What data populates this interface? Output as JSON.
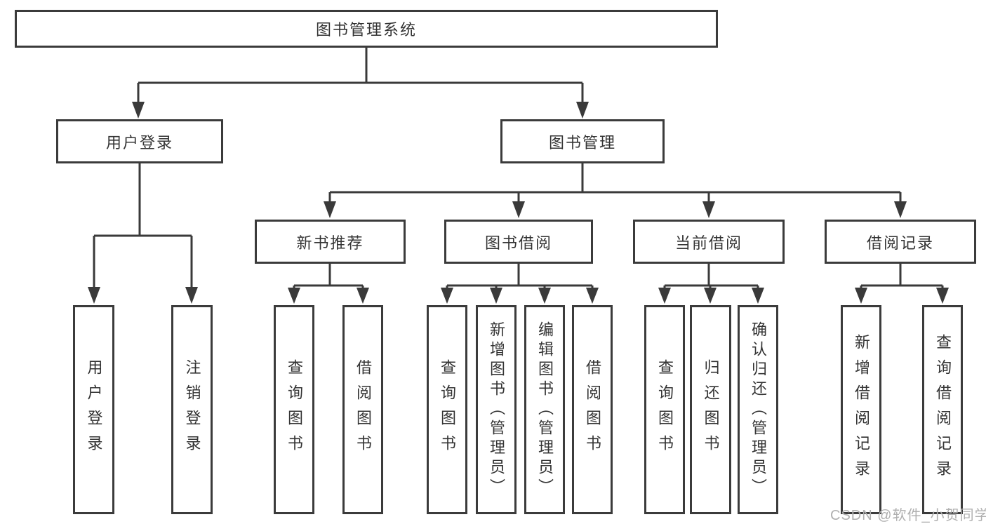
{
  "tree": {
    "label": "图书管理系统",
    "children": [
      {
        "label": "用户登录",
        "children": [
          {
            "label": "用户登录"
          },
          {
            "label": "注销登录"
          }
        ]
      },
      {
        "label": "图书管理",
        "children": [
          {
            "label": "新书推荐",
            "children": [
              {
                "label": "查询图书"
              },
              {
                "label": "借阅图书"
              }
            ]
          },
          {
            "label": "图书借阅",
            "children": [
              {
                "label": "查询图书"
              },
              {
                "label": "新增图书（管理员）"
              },
              {
                "label": "编辑图书（管理员）"
              },
              {
                "label": "借阅图书"
              }
            ]
          },
          {
            "label": "当前借阅",
            "children": [
              {
                "label": "查询图书"
              },
              {
                "label": "归还图书"
              },
              {
                "label": "确认归还（管理员）"
              }
            ]
          },
          {
            "label": "借阅记录",
            "children": [
              {
                "label": "新增借阅记录"
              },
              {
                "label": "查询借阅记录"
              }
            ]
          }
        ]
      }
    ]
  },
  "watermark": "CSDN @软件_小贺同学",
  "colors": {
    "line": "#3a3a3a",
    "box_border": "#3b3b3b",
    "text": "#333333",
    "background": "#ffffff",
    "watermark": "#b0b0b0"
  }
}
